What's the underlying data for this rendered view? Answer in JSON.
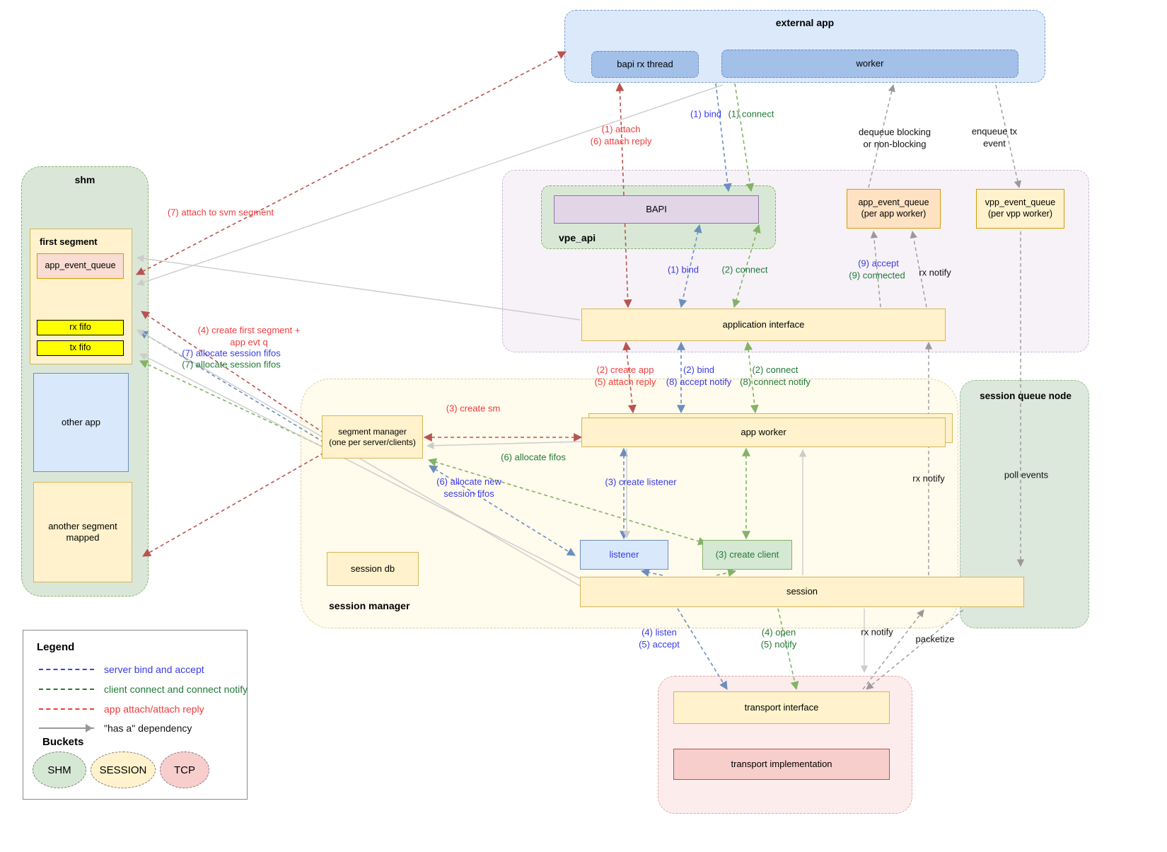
{
  "colors": {
    "arrow_red": "#b85450",
    "arrow_blue": "#6c8ebf",
    "arrow_green": "#82b366",
    "arrow_gray_dashed": "#999999",
    "arrow_gray_light": "#cccccc",
    "label_red": "#f03c3c",
    "label_blue": "#3a3ae8",
    "label_green": "#237a38",
    "bucket_shm": "#d5e8d4",
    "bucket_session": "#fff2cc",
    "bucket_tcp": "#f8cecc",
    "blue_fill": "#dae8fc",
    "yellow_fill": "#fff2cc",
    "purple_fill": "#e1d5e7"
  },
  "external_app": {
    "title": "external app",
    "bapi_rx_thread": "bapi rx thread",
    "worker": "worker"
  },
  "shm": {
    "title": "shm",
    "first_segment": "first segment",
    "app_event_queue": "app_event_queue",
    "rx_fifo": "rx fifo",
    "tx_fifo": "tx fifo",
    "other_app": "other app",
    "another_segment": "another segment\nmapped"
  },
  "vpp": {
    "vpe_api_title": "vpe_api",
    "bapi": "BAPI",
    "app_event_queue": "app_event_queue\n(per app worker)",
    "vpp_event_queue": "vpp_event_queue\n(per vpp worker)",
    "application_interface": "application interface"
  },
  "session_manager": {
    "title": "session manager",
    "segment_manager": "segment manager\n(one per server/clients)",
    "app_worker": "app worker",
    "session_db": "session db",
    "listener": "listener",
    "create_client": "(3) create client",
    "session": "session"
  },
  "session_queue_node": {
    "title": "session queue node",
    "poll_events": "poll events"
  },
  "transport": {
    "interface": "transport interface",
    "implementation": "transport implementation"
  },
  "labels": {
    "attach": "(1) attach\n(6) attach reply",
    "bind1_top": "(1) bind",
    "connect1_top": "(1) connect",
    "dequeue": "dequeue blocking\nor non-blocking",
    "enqueue": "enqueue tx\nevent",
    "attach_svm": "(7) attach to svm segment",
    "bind1_mid": "(1) bind",
    "connect2_mid": "(2) connect",
    "accept9": "(9) accept",
    "connected9": "(9) connected",
    "rx_notify_upper": "rx notify",
    "create_app": "(2) create app\n(5) attach reply",
    "bind2": "(2) bind\n(8) accept notify",
    "connect2_notify": "(2) connect\n(8) connect notify",
    "create_first_segment": "(4) create first segment +\napp evt q",
    "alloc_session_fifos_blue": "(7) allocate session fifos",
    "alloc_session_fifos_green": "(7) allocate session fifos",
    "create_sm": "(3) create sm",
    "allocate_fifos": "(6) allocate fifos",
    "allocate_new_fifos": "(6) allocate new\nsession fifos",
    "create_listener": "(3) create listener",
    "rx_notify_mid": "rx notify",
    "listen_accept": "(4) listen\n(5) accept",
    "open_notify": "(4) open\n(5) notify",
    "rx_notify_low": "rx notify",
    "packetize": "packetize"
  },
  "legend": {
    "title": "Legend",
    "entries": [
      {
        "text": "server bind and accept",
        "color": "blue"
      },
      {
        "text": "client connect and connect notify",
        "color": "green"
      },
      {
        "text": "app attach/attach reply",
        "color": "red"
      },
      {
        "text": "\"has a\" dependency",
        "color": "black"
      }
    ],
    "buckets_title": "Buckets",
    "buckets": [
      "SHM",
      "SESSION",
      "TCP"
    ]
  }
}
